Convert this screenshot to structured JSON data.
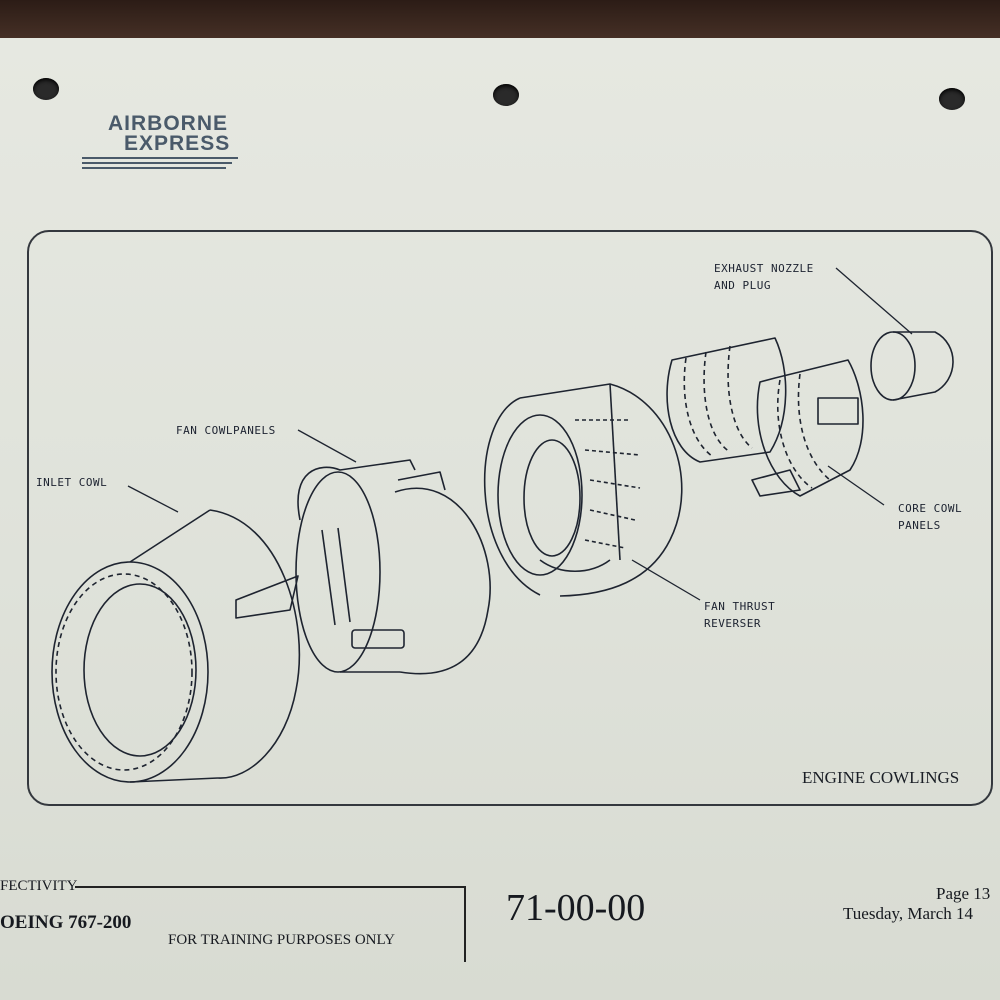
{
  "logo": {
    "line1": "AIRBORNE",
    "line2": "EXPRESS"
  },
  "figure": {
    "caption": "ENGINE COWLINGS",
    "labels": {
      "exhaust_line1": "EXHAUST NOZZLE",
      "exhaust_line2": "AND PLUG",
      "fan_cowl": "FAN COWLPANELS",
      "inlet_cowl": "INLET COWL",
      "core_line1": "CORE COWL",
      "core_line2": "PANELS",
      "thrust_line1": "FAN THRUST",
      "thrust_line2": "REVERSER"
    }
  },
  "footer": {
    "effectivity_label": "FECTIVITY",
    "aircraft": "OEING 767-200",
    "training_note": "FOR TRAINING PURPOSES ONLY",
    "chapter": "71-00-00",
    "page": "Page 13",
    "date": "Tuesday, March 14"
  }
}
